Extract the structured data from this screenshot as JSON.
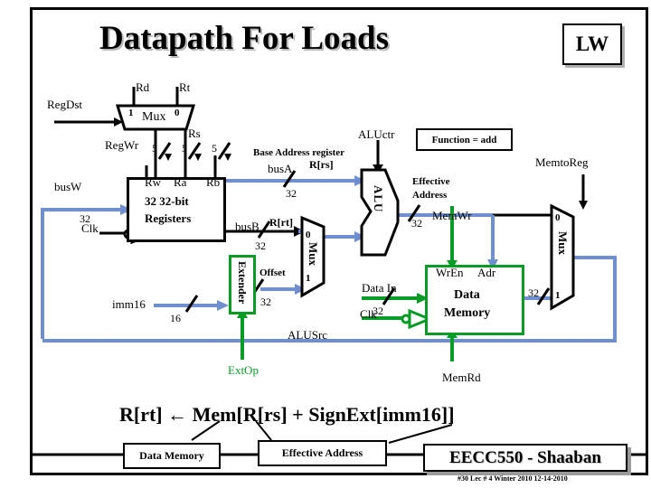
{
  "slide": {
    "title": "Datapath For Loads",
    "instruction_badge": "LW",
    "function_box": "Function = add",
    "equation": "R[rt]  ←  Mem[R[rs] +  SignExt[imm16]]"
  },
  "control_signals": {
    "reg_dst": "RegDst",
    "reg_wr": "RegWr",
    "alu_ctr": "ALUctr",
    "alu_src": "ALUSrc",
    "ext_op": "ExtOp",
    "mem_wr": "MemWr",
    "mem_rd": "MemRd",
    "mem_to_reg": "MemtoReg"
  },
  "mux_regdst": {
    "name": "Mux",
    "sel_left": "1",
    "sel_right": "0",
    "input_left": "Rd",
    "input_right": "Rt"
  },
  "register_file": {
    "title_line1": "32 32-bit",
    "title_line2": "Registers",
    "port_rw": "Rw",
    "port_ra": "Ra",
    "port_rb": "Rb",
    "addr_width_rw": "5",
    "addr_width_ra": "5",
    "addr_width_rb": "5",
    "rs_label": "Rs",
    "bus_w": "busW",
    "bus_w_width": "32",
    "clk": "Clk",
    "bus_a": "busA",
    "bus_a_width": "32",
    "bus_a_value": "R[rs]",
    "bus_a_note": "Base Address register",
    "bus_b": "busB",
    "bus_b_width": "32",
    "bus_b_value": "R[rt]"
  },
  "extender": {
    "label": "Extender",
    "input_label": "imm16",
    "input_width": "16",
    "output_label": "Offset",
    "output_width": "32"
  },
  "mux_alusrc": {
    "name": "Mux",
    "sel_top": "0",
    "sel_bottom": "1"
  },
  "alu": {
    "label": "ALU",
    "out_note_line1": "Effective",
    "out_note_line2": "Address",
    "out_width": "32"
  },
  "data_memory": {
    "title_line1": "Data",
    "title_line2": "Memory",
    "port_wren": "WrEn",
    "port_adr": "Adr",
    "data_in": "Data In",
    "data_in_width": "32",
    "clk": "Clk",
    "data_out_width": "32"
  },
  "mux_memtoreg": {
    "name": "Mux",
    "sel_top": "0",
    "sel_bottom": "1"
  },
  "annotations": [
    {
      "label": "Data Memory"
    },
    {
      "label": "Effective Address"
    }
  ],
  "footer": {
    "course": "EECC550 - Shaaban",
    "meta": "#30   Lec # 4   Winter 2010   12-14-2010"
  },
  "colors": {
    "wire_black": "#000000",
    "wire_blue": "#6f8fd0",
    "wire_green": "#089c27",
    "title_shadow": "#b8b8b8"
  }
}
